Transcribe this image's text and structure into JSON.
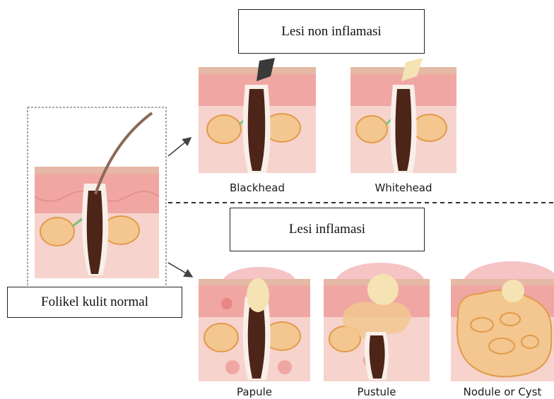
{
  "title_non_inflammatory": "Lesi non inflamasi",
  "title_inflammatory": "Lesi inflamasi",
  "normal_label": "Folikel kulit normal",
  "lesions": {
    "blackhead": "Blackhead",
    "whitehead": "Whitehead",
    "papule": "Papule",
    "pustule": "Pustule",
    "nodule": "Nodule or Cyst"
  },
  "colors": {
    "epidermis": "#f0a7a3",
    "dermis": "#f6d3cc",
    "skin_top": "#e5b9a5",
    "hair": "#4d2418",
    "gland": "#f3c78f",
    "inflammation": "#e2565a",
    "blackhead_plug": "#3a3a3a",
    "whitehead_plug": "#f5e3b3"
  }
}
